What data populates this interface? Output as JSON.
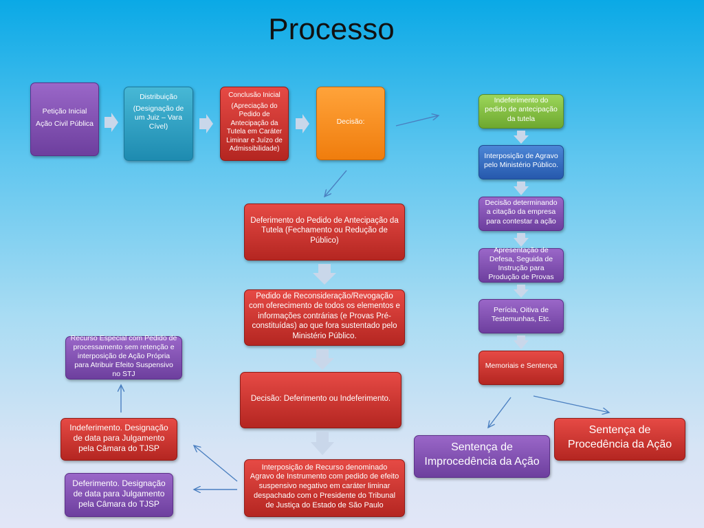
{
  "title": "Processo",
  "row1": {
    "peticao_1": "Petição Inicial",
    "peticao_2": "Ação Civil Pública",
    "distribuicao_1": "Distribuição",
    "distribuicao_2": "(Designação de um Juiz – Vara Cível)",
    "conclusao_1": "Conclusão Inicial",
    "conclusao_2": "(Apreciação do Pedido de Antecipação da Tutela em Caráter Liminar e Juízo de Admissibilidade)",
    "decisao": "Decisão:"
  },
  "center": {
    "deferimento_pedido": "Deferimento do Pedido de Antecipação da Tutela (Fechamento ou Redução de Público)",
    "pedido_reconsideracao": "Pedido de Reconsideração/Revogação com oferecimento de todos os elementos e informações contrárias (e Provas Pré-constituídas) ao que fora sustentado pelo Ministério Público.",
    "decisao_def_indef": "Decisão: Deferimento ou Indeferimento.",
    "interposicao_recurso": "Interposição de Recurso denominado Agravo de Instrumento com pedido de efeito suspensivo negativo em caráter liminar despachado com o Presidente do Tribunal de Justiça do Estado de São Paulo"
  },
  "left": {
    "recurso_especial": "Recurso Especial com Pedido de processamento sem retenção e interposição de Ação Própria para Atribuir Efeito Suspensivo no STJ",
    "indeferimento": "Indeferimento. Designação de data para Julgamento pela Câmara do TJSP",
    "deferimento": "Deferimento. Designação de data para Julgamento pela Câmara do TJSP"
  },
  "right": {
    "indeferimento_pedido": "Indeferimento do pedido de antecipação da tutela",
    "interposicao_agravo": "Interposição de Agravo pelo Ministério Público.",
    "decisao_citacao": "Decisão determinando a citação da empresa para contestar a ação",
    "apresentacao_defesa": "Apresentação de Defesa, Seguida de Instrução para Produção de Provas",
    "pericia": "Perícia, Oitiva de Testemunhas, Etc.",
    "memoriais": "Memoriais e Sentença",
    "improcedencia": "Sentença de Improcedência  da Ação",
    "procedencia": "Sentença de Procedência  da Ação"
  },
  "colors": {
    "purple": "#7b4bb0",
    "teal": "#2a9cc1",
    "red": "#c8302b",
    "orange": "#f58b1b",
    "green": "#82c043",
    "blue": "#3570c2",
    "arrow": "#4a7fc0",
    "chevron": "#c9d7ea"
  }
}
